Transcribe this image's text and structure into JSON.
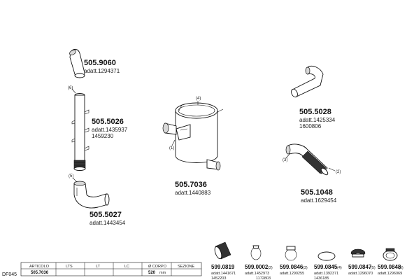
{
  "doc_code": "DF045",
  "parts": [
    {
      "pn": "505.9060",
      "adatt": "adatt.1294371"
    },
    {
      "pn": "505.5026",
      "adatt": "adatt.1435937",
      "adatt2": "1459230"
    },
    {
      "pn": "505.5027",
      "adatt": "adatt.1443454"
    },
    {
      "pn": "505.7036",
      "adatt": "adatt.1440883"
    },
    {
      "pn": "505.5028",
      "adatt": "adatt.1425334",
      "adatt2": "1600806"
    },
    {
      "pn": "505.1048",
      "adatt": "adatt.1629454"
    }
  ],
  "callouts": [
    "(6)",
    "(5)",
    "(4)",
    "(1)",
    "(3)",
    "(2)"
  ],
  "accessories": [
    {
      "pn": "599.0819",
      "qty": "",
      "sub1": "adatt.1441671",
      "sub2": "1452203"
    },
    {
      "pn": "599.0002",
      "qty": "(2)",
      "sub1": "adatt.1452973",
      "sub2": "1172803"
    },
    {
      "pn": "599.0846",
      "qty": "(3)",
      "sub1": "adatt.1290255",
      "sub2": ""
    },
    {
      "pn": "599.0845",
      "qty": "(4)",
      "sub1": "adatt.1392371",
      "sub2": "1436185"
    },
    {
      "pn": "599.0847",
      "qty": "(5)",
      "sub1": "adatt.1296070",
      "sub2": ""
    },
    {
      "pn": "599.0848",
      "qty": "(6)",
      "sub1": "adatt.1296069",
      "sub2": ""
    }
  ],
  "table": {
    "headers": [
      "ARTICOLO",
      "LTS",
      "LT",
      "LC",
      "Ø CORPO",
      "SEZIONE"
    ],
    "row": [
      "505.7036",
      "",
      "",
      "",
      "520",
      ""
    ],
    "unit": "mm"
  }
}
